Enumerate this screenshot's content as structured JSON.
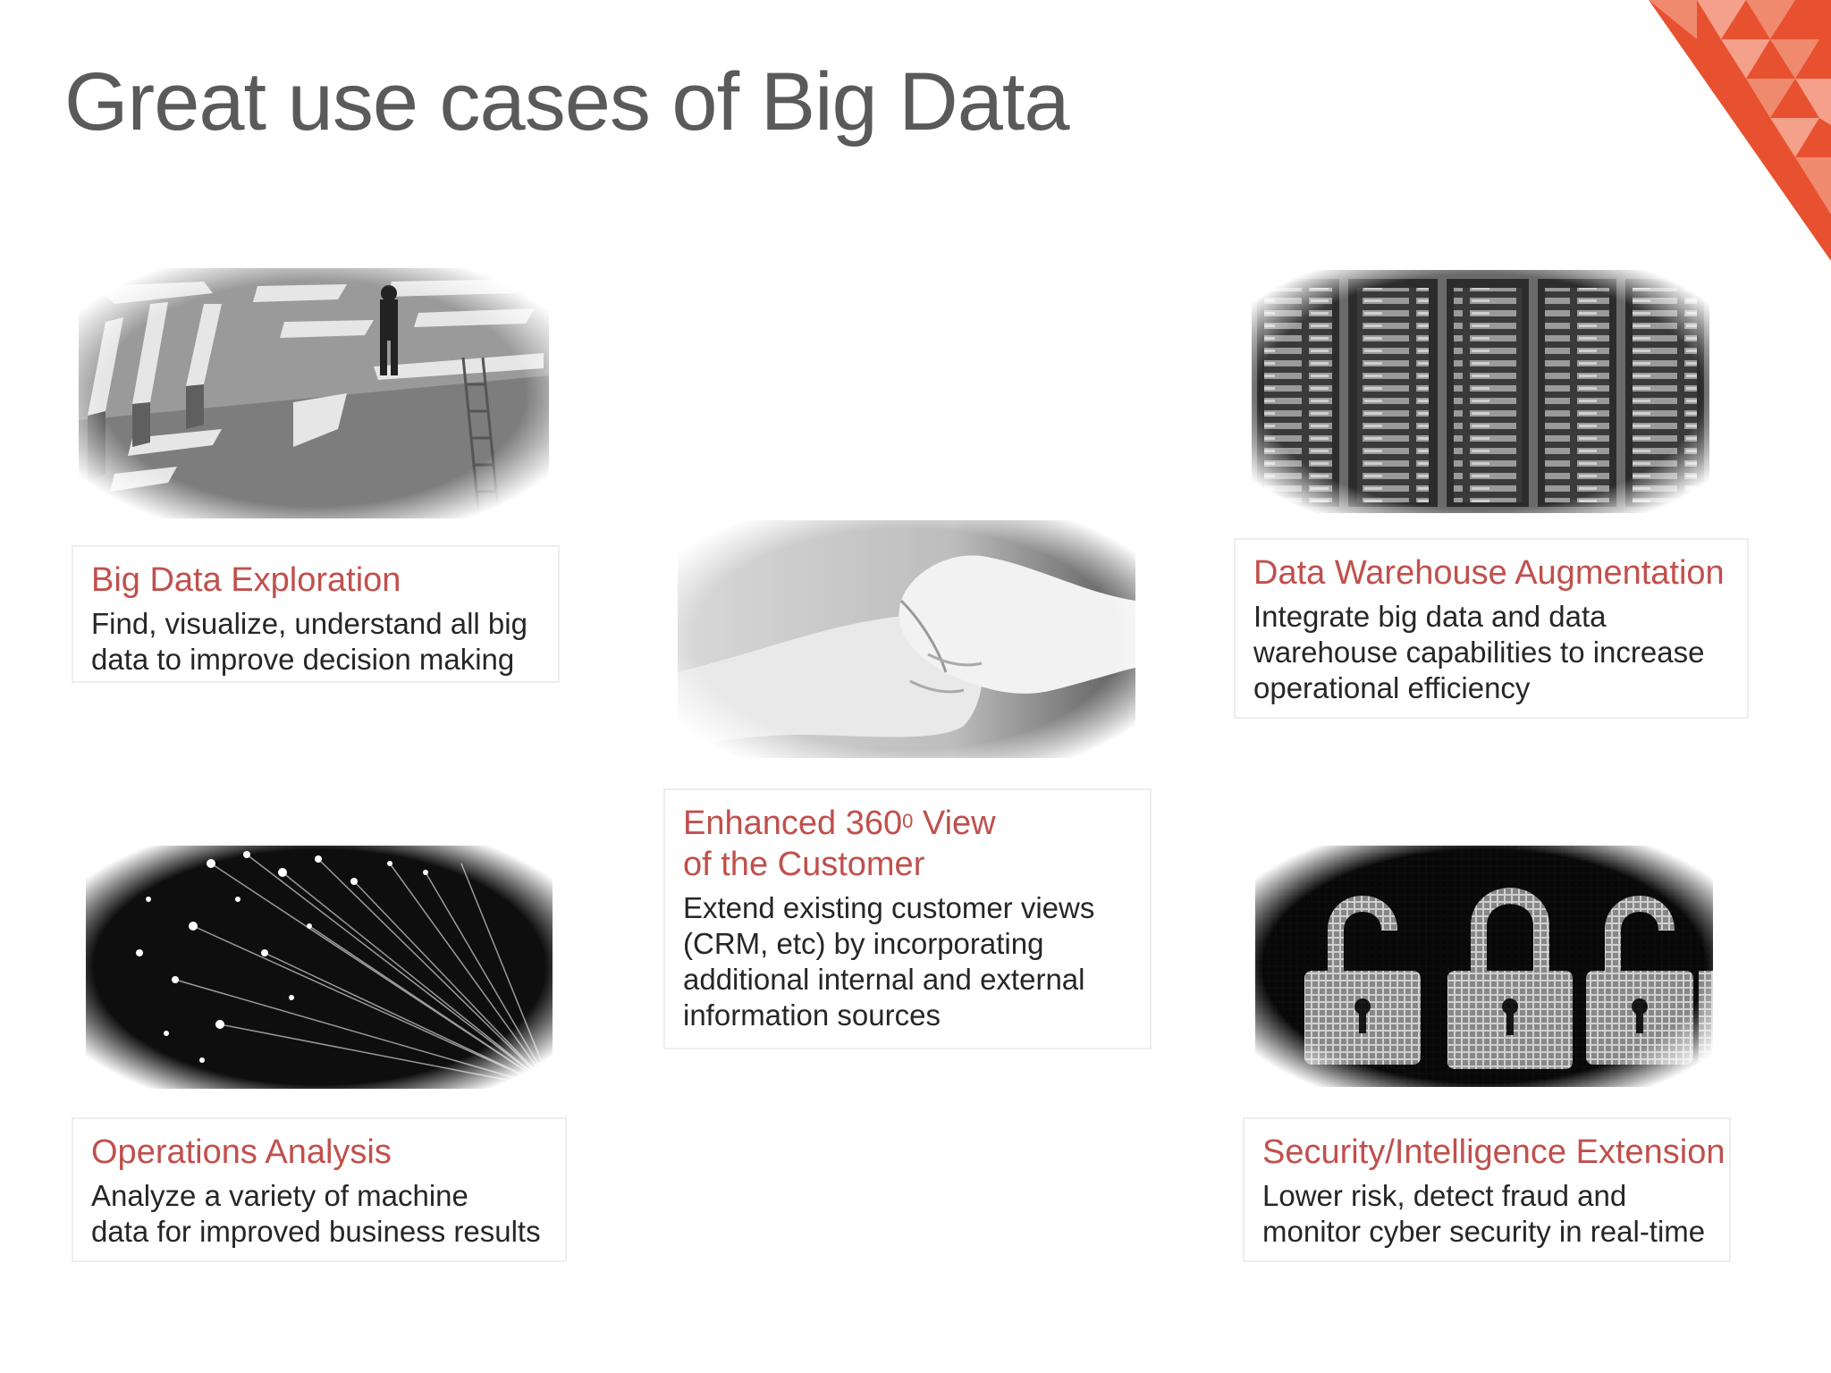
{
  "slide": {
    "title": "Great use cases of Big Data",
    "accent_color": "#e8512f"
  },
  "cards": [
    {
      "title": "Big Data Exploration",
      "lines": [
        "Find, visualize, understand all big",
        "data to improve decision making"
      ],
      "image": "maze-icon"
    },
    {
      "title_before_sup": "Enhanced 360",
      "title_sup": "0",
      "title_after_sup": " View",
      "title_line2": "of the Customer",
      "lines": [
        "Extend existing customer views",
        "(CRM, etc) by incorporating",
        "additional internal and external",
        "information sources"
      ],
      "image": "handshake-icon"
    },
    {
      "title": "Data Warehouse Augmentation",
      "lines": [
        "Integrate big data and data",
        "warehouse capabilities to increase",
        "operational efficiency"
      ],
      "image": "server-rack-icon"
    },
    {
      "title": "Operations Analysis",
      "lines": [
        "Analyze a variety of machine",
        "data for improved business results"
      ],
      "image": "fiber-optics-icon"
    },
    {
      "title": "Security/Intelligence Extension",
      "lines": [
        "Lower risk, detect fraud and",
        "monitor cyber security in real-time"
      ],
      "image": "padlock-icon"
    }
  ]
}
